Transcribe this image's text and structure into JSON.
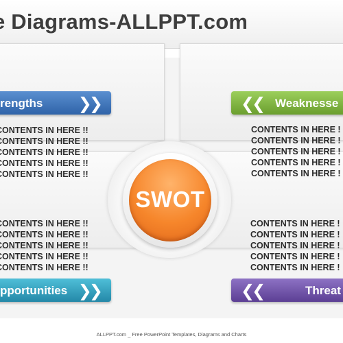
{
  "title": "e Diagrams-ALLPPT.com",
  "center_label": "SWOT",
  "quadrants": {
    "strengths": {
      "label": "rengths",
      "chevron": "❯❯",
      "color": "#3f75bb",
      "items": [
        "CONTENTS IN HERE !!",
        "CONTENTS IN HERE !!",
        "CONTENTS IN HERE !!",
        "CONTENTS IN HERE !!",
        "CONTENTS IN HERE !!"
      ]
    },
    "weaknesses": {
      "label": "Weaknesse",
      "chevron": "❮❮",
      "color": "#7fb542",
      "items": [
        "CONTENTS IN HERE !",
        "CONTENTS IN HERE !",
        "CONTENTS IN HERE !",
        "CONTENTS IN HERE !",
        "CONTENTS IN HERE !"
      ]
    },
    "opportunities": {
      "label": "pportunities",
      "chevron": "❯❯",
      "color": "#33a2c2",
      "items": [
        "CONTENTS IN HERE !!",
        "CONTENTS IN HERE !!",
        "CONTENTS IN HERE !!",
        "CONTENTS IN HERE !!",
        "CONTENTS IN HERE !!"
      ]
    },
    "threats": {
      "label": "Threat",
      "chevron": "❮❮",
      "color": "#7258ad",
      "items": [
        "CONTENTS IN HERE !",
        "CONTENTS IN HERE !",
        "CONTENTS IN HERE !",
        "CONTENTS IN HERE !",
        "CONTENTS IN HERE !"
      ]
    }
  },
  "footer": "ALLPPT.com _ Free PowerPoint Templates, Diagrams and Charts"
}
